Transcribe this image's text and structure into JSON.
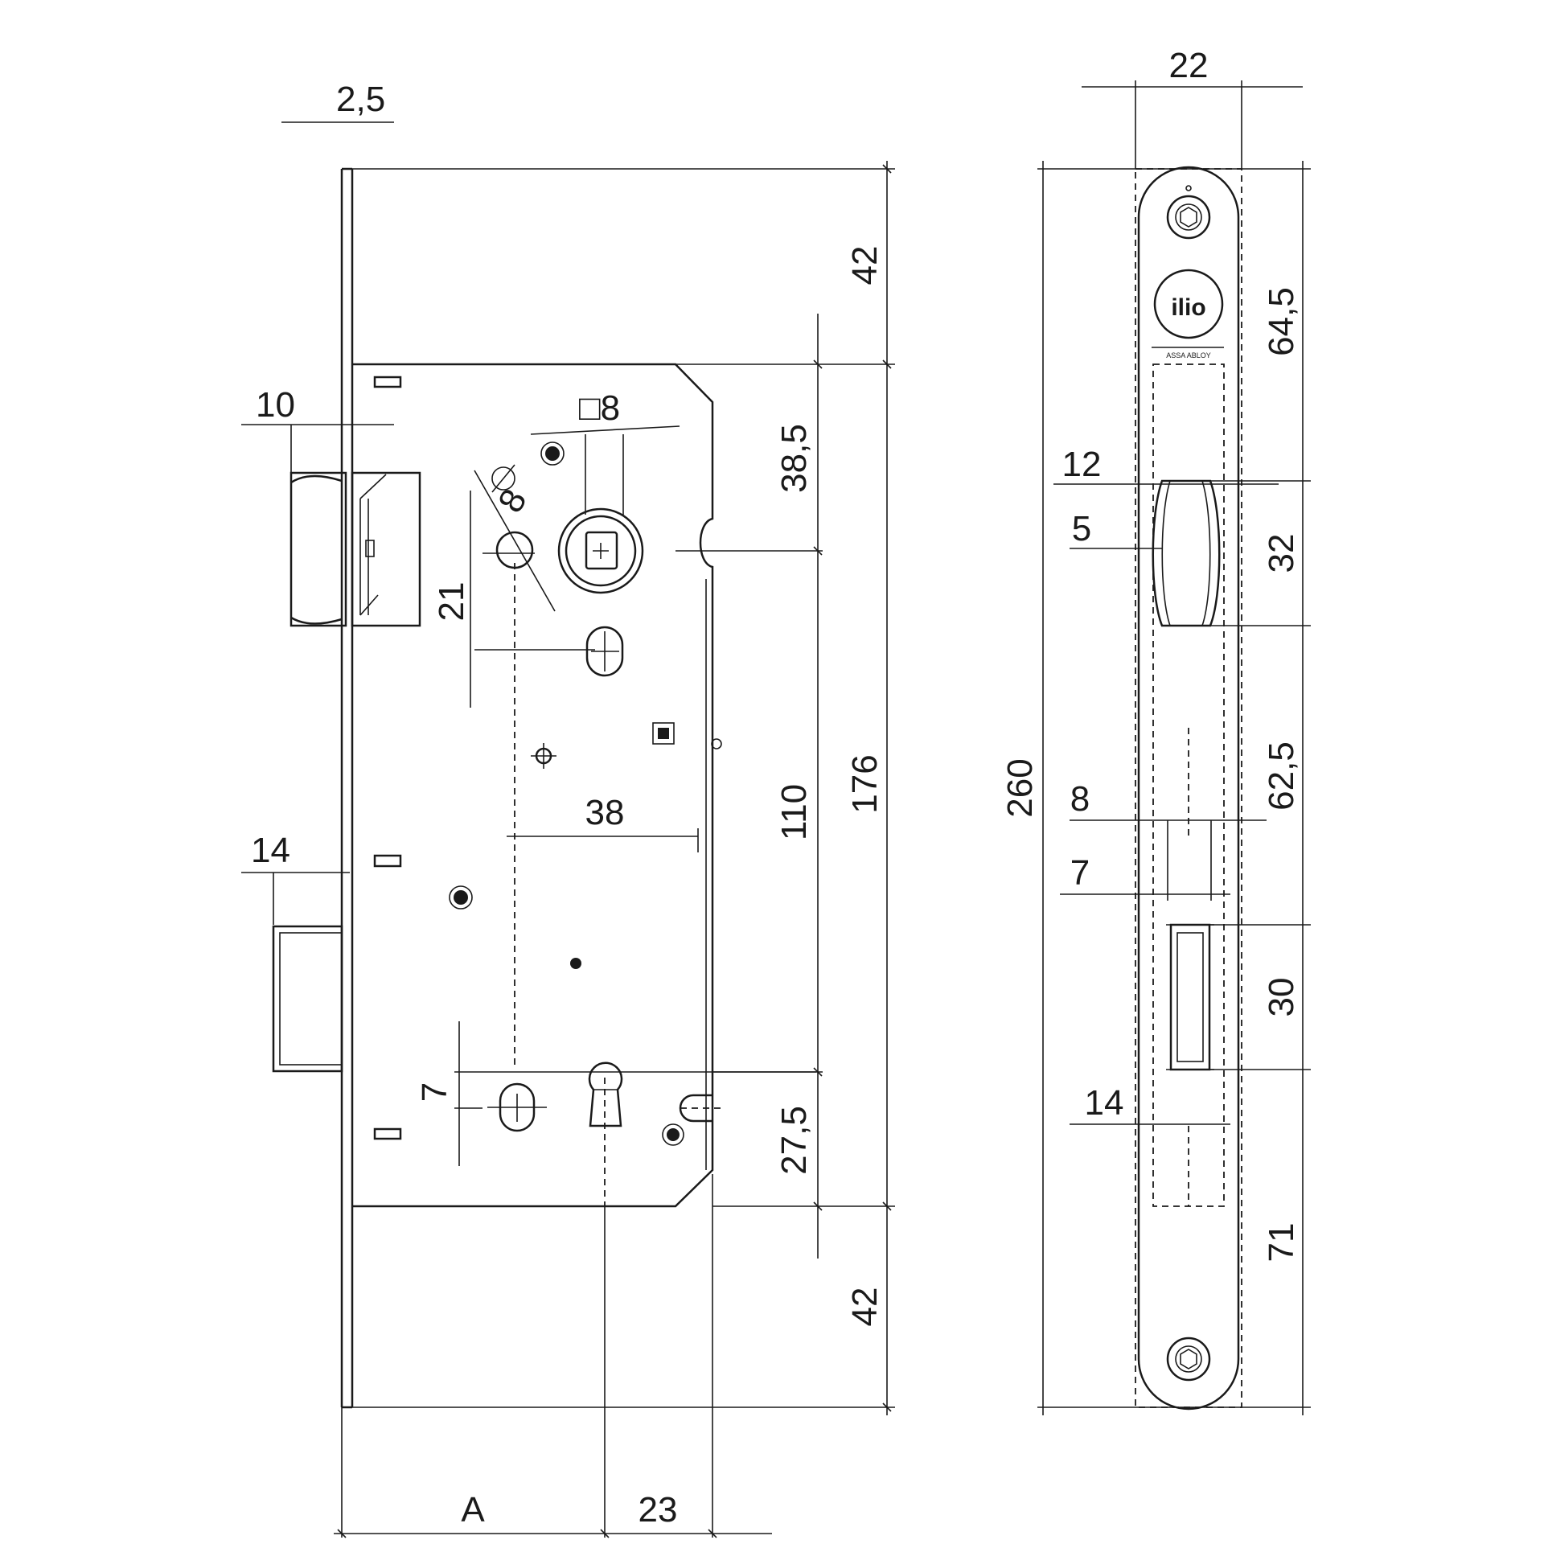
{
  "side_view": {
    "dimensions": {
      "faceplate_thickness": "2,5",
      "latch_projection": "10",
      "bolt_projection": "14",
      "top_to_case": "42",
      "case_to_follower": "38,5",
      "follower_to_key": "110",
      "case_height": "176",
      "key_to_case_bottom": "27,5",
      "case_bottom_to_end": "42",
      "backset": "A",
      "key_to_case_edge": "23",
      "follower_square": "□8",
      "hole_diameter": "8",
      "hole_offset": "21",
      "fixing_spacing": "38",
      "key_hole_offset": "7"
    }
  },
  "front_view": {
    "dimensions": {
      "faceplate_width": "22",
      "overall_height": "260",
      "top_to_latch": "64,5",
      "latch_width": "12",
      "latch_inset": "5",
      "latch_height": "32",
      "latch_to_bolt": "62,5",
      "bolt_width": "8",
      "bolt_inset": "7",
      "bolt_height": "30",
      "case_width": "14",
      "bolt_to_end": "71"
    },
    "logo": {
      "brand": "ilio",
      "subtitle": "ASSA ABLOY"
    }
  }
}
